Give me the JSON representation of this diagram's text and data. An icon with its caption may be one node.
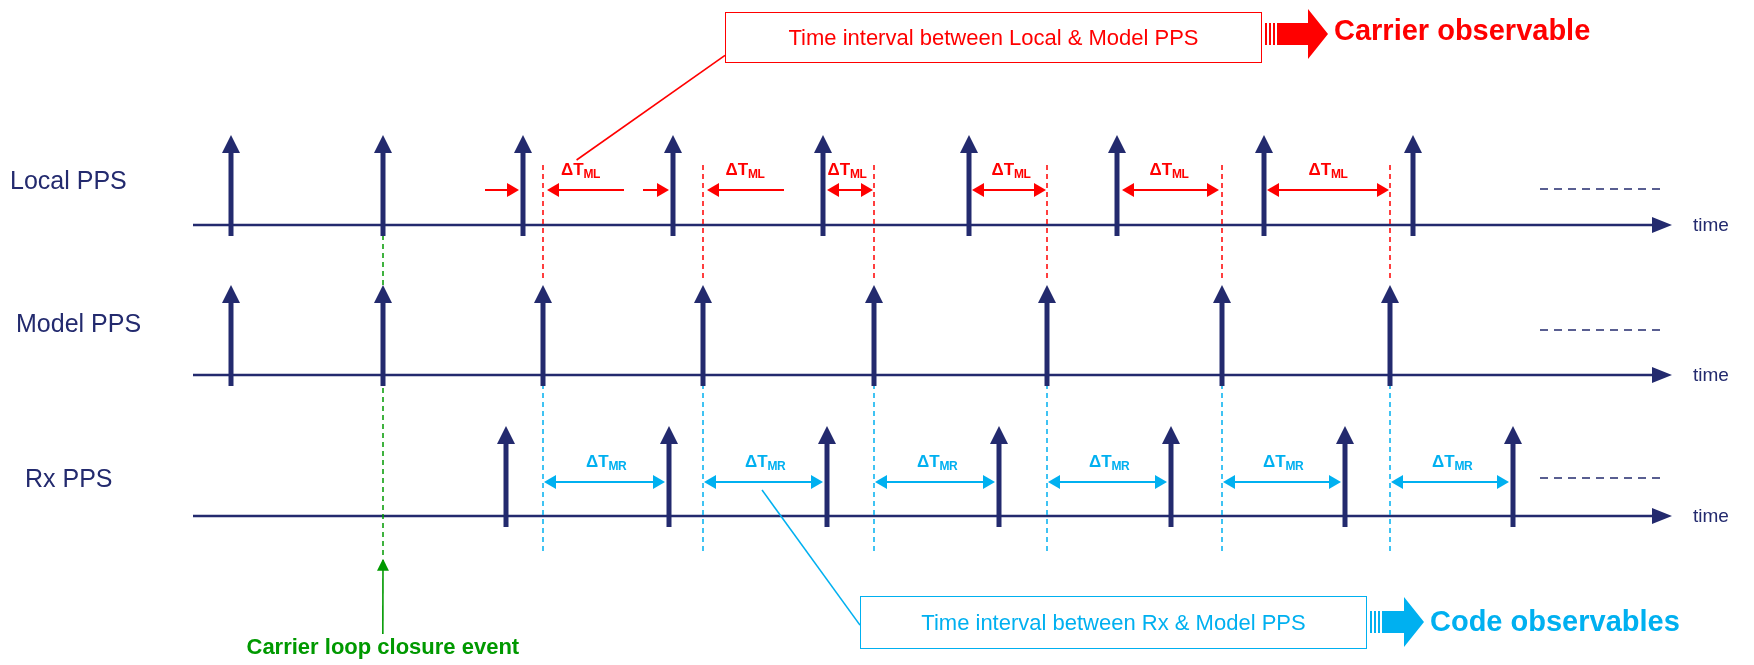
{
  "diagram": {
    "nodes": [
      {
        "text": [
          "Time interval between Local & Model PPS"
        ]
      },
      {
        "text": [
          "Carrier observable"
        ]
      },
      {
        "text": [
          "ΔT$_{ML}$"
        ]
      },
      {
        "text": [
          "Time interval between Rx & Model PPS"
        ]
      },
      {
        "text": [
          "Code observables"
        ]
      },
      {
        "text": [
          "Carrier loop closure event"
        ]
      }
    ],
    "edges": [
      {
        "from": 0,
        "to": 1,
        "arrow": "to",
        "style": "thick",
        "color": "#ff0000"
      },
      {
        "from": 3,
        "to": 4,
        "arrow": "to",
        "style": "thick",
        "color": "#00b0f0"
      },
      {
        "from": 0,
        "to": 2,
        "arrow": "none",
        "color": "#ff0000"
      },
      {
        "from": 3,
        "to": null,
        "arrow": "none",
        "color": "#00b0f0"
      },
      {
        "from": 5,
        "to": null,
        "arrow": "to",
        "color": "#009900"
      }
    ],
    "labels": [
      "Local PPS",
      "ΔT$_{ML}$",
      "ΔT$_{ML}$",
      "ΔT$_{ML}$",
      "ΔT$_{ML}$",
      "ΔT$_{ML}$",
      "time",
      "Model PPS",
      "time",
      "Rx PPS",
      "ΔT$_{MR}$",
      "ΔT$_{MR}$",
      "ΔT$_{MR}$",
      "ΔT$_{MR}$",
      "ΔT$_{MR}$",
      "ΔT$_{MR}$",
      "time"
    ]
  }
}
